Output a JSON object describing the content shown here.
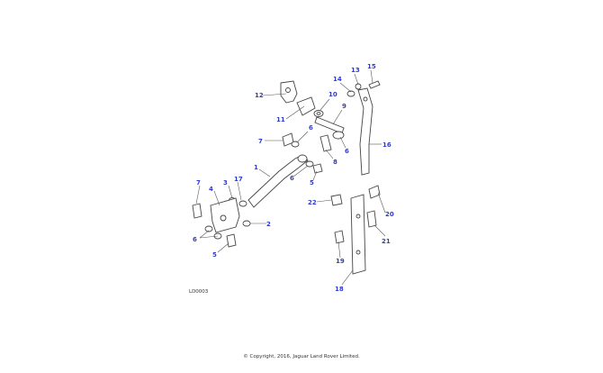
{
  "diagram": {
    "figure_id": "LD0003",
    "copyright": "© Copyright, 2016, Jaguar Land Rover Limited.",
    "callouts": [
      {
        "id": "c1",
        "label": "1"
      },
      {
        "id": "c2",
        "label": "2"
      },
      {
        "id": "c3",
        "label": "3"
      },
      {
        "id": "c4",
        "label": "4"
      },
      {
        "id": "c5a",
        "label": "5"
      },
      {
        "id": "c5b",
        "label": "5"
      },
      {
        "id": "c6a",
        "label": "6"
      },
      {
        "id": "c6b",
        "label": "6"
      },
      {
        "id": "c6c",
        "label": "6"
      },
      {
        "id": "c6d",
        "label": "6"
      },
      {
        "id": "c7a",
        "label": "7"
      },
      {
        "id": "c7b",
        "label": "7"
      },
      {
        "id": "c8",
        "label": "8"
      },
      {
        "id": "c9",
        "label": "9"
      },
      {
        "id": "c10",
        "label": "10"
      },
      {
        "id": "c11",
        "label": "11"
      },
      {
        "id": "c12",
        "label": "12"
      },
      {
        "id": "c13",
        "label": "13"
      },
      {
        "id": "c14",
        "label": "14"
      },
      {
        "id": "c15",
        "label": "15"
      },
      {
        "id": "c16",
        "label": "16"
      },
      {
        "id": "c17",
        "label": "17"
      },
      {
        "id": "c18",
        "label": "18"
      },
      {
        "id": "c19",
        "label": "19"
      },
      {
        "id": "c20",
        "label": "20"
      },
      {
        "id": "c21",
        "label": "21"
      },
      {
        "id": "c22",
        "label": "22"
      }
    ]
  }
}
